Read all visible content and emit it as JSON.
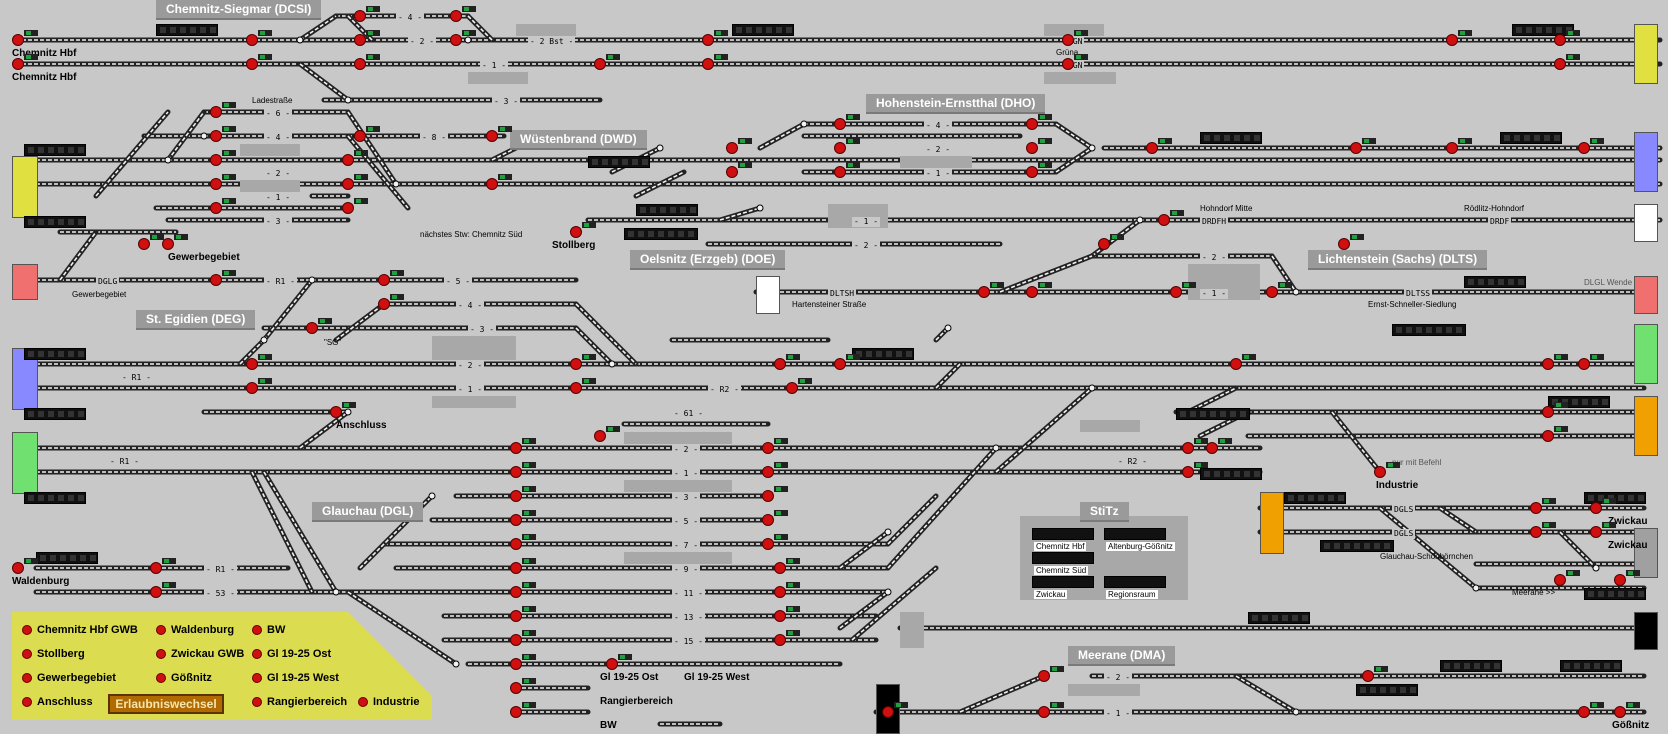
{
  "stations": {
    "dcsi": "Chemnitz-Siegmar (DCSI)",
    "dwd": "Wüstenbrand (DWD)",
    "dho": "Hohenstein-Ernstthal (DHO)",
    "doe": "Oelsnitz (Erzgeb) (DOE)",
    "dlts": "Lichtenstein (Sachs) (DLTS)",
    "deg": "St. Egidien (DEG)",
    "dgl": "Glauchau (DGL)",
    "stitz": "StiTz",
    "dma": "Meerane (DMA)"
  },
  "places": {
    "chemnitz_hbf_1": "Chemnitz Hbf",
    "chemnitz_hbf_2": "Chemnitz Hbf",
    "gewerbegebiet": "Gewerbegebiet",
    "gewerbegebiet_small": "Gewerbegebiet",
    "stollberg": "Stollberg",
    "naechstes_stw": "nächstes Stw: Chemnitz Süd",
    "anschluss": "Anschluss",
    "waldenburg": "Waldenburg",
    "industrie": "Industrie",
    "zwickau_1": "Zwickau",
    "zwickau_2": "Zwickau",
    "gi_ost": "Gl 19-25 Ost",
    "gi_west": "Gl 19-25 West",
    "rangierbereich": "Rangierbereich",
    "bw": "BW",
    "gossnitz": "Gößnitz",
    "meerane": "Meerane >>",
    "hohndorf_mitte": "Hohndorf Mitte",
    "roedlitz": "Rödlitz-Hohndorf",
    "hartensteiner": "Hartensteiner Straße",
    "ernst_schneller": "Ernst-Schneller-Siedlung",
    "glauchau_schoen": "Glauchau-Schönbörnchen",
    "ladestrasse": "Ladestraße",
    "gruna": "Grüna",
    "dlgl_wende": "DLGL Wende",
    "nur_mit_befehl": "nur mit Befehl",
    "sg": "\"SG\""
  },
  "track_labels": {
    "dgn1": "DGN",
    "dgn2": "DGN",
    "drdfh": "DRDFH",
    "drdf": "DRDF",
    "dltsh": "DLTSH",
    "dltss": "DLTSS",
    "dgls1": "DGLS",
    "dgls2": "DGLS",
    "dgl": "DGLG",
    "bst2": "- 2 Bst -",
    "t4a": "- 4 -",
    "t2a": "- 2 -",
    "t1a": "- 1 -",
    "t3a": "- 3 -",
    "t6": "- 6 -",
    "t4b": "- 4 -",
    "t8": "- 8 -",
    "t2b": "- 2 -",
    "t1b": "- 1 -",
    "t3b": "- 3 -",
    "r1a": "- R1 -",
    "t5": "- 5 -",
    "t4c": "- 4 -",
    "t3c": "- 3 -",
    "t2c": "- 2 -",
    "t1c": "- 1 -",
    "r1b": "- R1 -",
    "r2a": "- R2 -",
    "t61": "- 61 -",
    "r1c": "- R1 -",
    "t2d": "- 2 -",
    "t1d": "- 1 -",
    "t3d": "- 3 -",
    "t5b": "- 5 -",
    "t7": "- 7 -",
    "t9": "- 9 -",
    "t11": "- 11 -",
    "t13": "- 13 -",
    "t15": "- 15 -",
    "r1d": "- R1 -",
    "t53": "- 53 -",
    "r2b": "- R2 -",
    "t4d": "- 4 -",
    "t2e": "- 2 -",
    "t1e": "- 1 -",
    "t1f": "- 1 -",
    "t2f": "- 2 -",
    "t2g": "- 2 -",
    "t1g": "- 1 -",
    "t2h": "- 2 -",
    "t1h": "- 1 -"
  },
  "stitz_boxes": {
    "chemnitz_hbf": "Chemnitz Hbf",
    "altenburg": "Altenburg-Gößnitz",
    "chemnitz_sued": "Chemnitz Süd",
    "zwickau": "Zwickau",
    "regionsraum": "Regionsraum"
  },
  "legend": {
    "items": [
      "Chemnitz Hbf GWB",
      "Waldenburg",
      "BW",
      "Stollberg",
      "Zwickau GWB",
      "Gl 19-25 Ost",
      "Gewerbegebiet",
      "Gößnitz",
      "Gl 19-25 West",
      "Anschluss",
      "Rangierbereich",
      "Industrie"
    ],
    "button": "Erlaubniswechsel"
  },
  "colors": {
    "background": "#c8c8c8",
    "track": "#f2f2f2",
    "signal_red": "#d01010",
    "signal_green": "#20a040",
    "title_bg": "#9a9a9a",
    "legend_bg": "#dcdc50",
    "button_bg": "#b06a00",
    "yellow_box": "#e0e040",
    "blue_box": "#8888ff",
    "red_box": "#f07070",
    "green_box": "#70e070",
    "orange_box": "#f0a000"
  }
}
